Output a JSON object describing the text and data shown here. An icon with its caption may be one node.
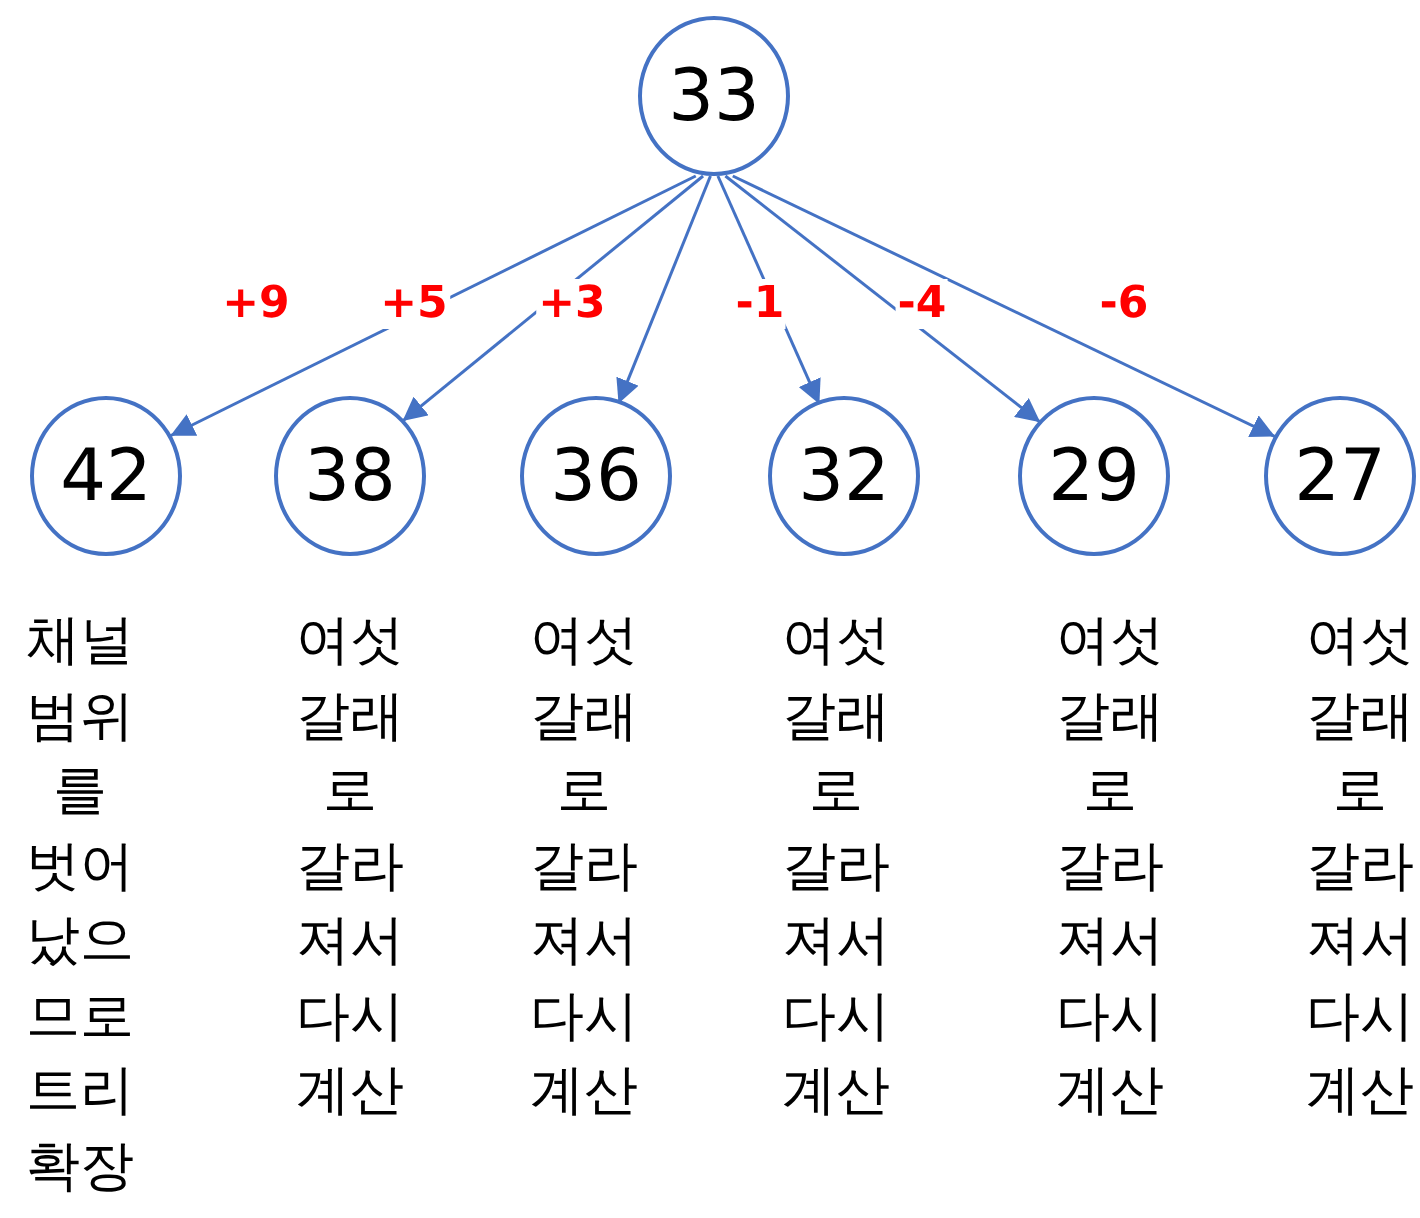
{
  "diagram": {
    "nodes": [
      {
        "text": [
          "33"
        ]
      },
      {
        "text": [
          "42"
        ],
        "beside": [
          "채널 범위를 벗어났으므로 트리 확장"
        ]
      },
      {
        "text": [
          "38"
        ],
        "beside": [
          "여섯 갈래로 갈라져서 다시 계산"
        ]
      },
      {
        "text": [
          "36"
        ],
        "beside": [
          "여섯 갈래로 갈라져서 다시 계산"
        ]
      },
      {
        "text": [
          "32"
        ],
        "beside": [
          "여섯 갈래로 갈라져서 다시 계산"
        ]
      },
      {
        "text": [
          "29"
        ],
        "beside": [
          "여섯 갈래로 갈라져서 다시 계산"
        ]
      },
      {
        "text": [
          "27"
        ],
        "beside": [
          "여섯 갈래로 갈라져서 다시 계산"
        ]
      }
    ],
    "edges": [
      {
        "from": 0,
        "to": 1,
        "arrow": "to",
        "label": "+9"
      },
      {
        "from": 0,
        "to": 2,
        "arrow": "to",
        "label": "+5"
      },
      {
        "from": 0,
        "to": 3,
        "arrow": "to",
        "label": "+3"
      },
      {
        "from": 0,
        "to": 4,
        "arrow": "to",
        "label": "-1"
      },
      {
        "from": 0,
        "to": 5,
        "arrow": "to",
        "label": "-4"
      },
      {
        "from": 0,
        "to": 6,
        "arrow": "to",
        "label": "-6"
      }
    ]
  }
}
